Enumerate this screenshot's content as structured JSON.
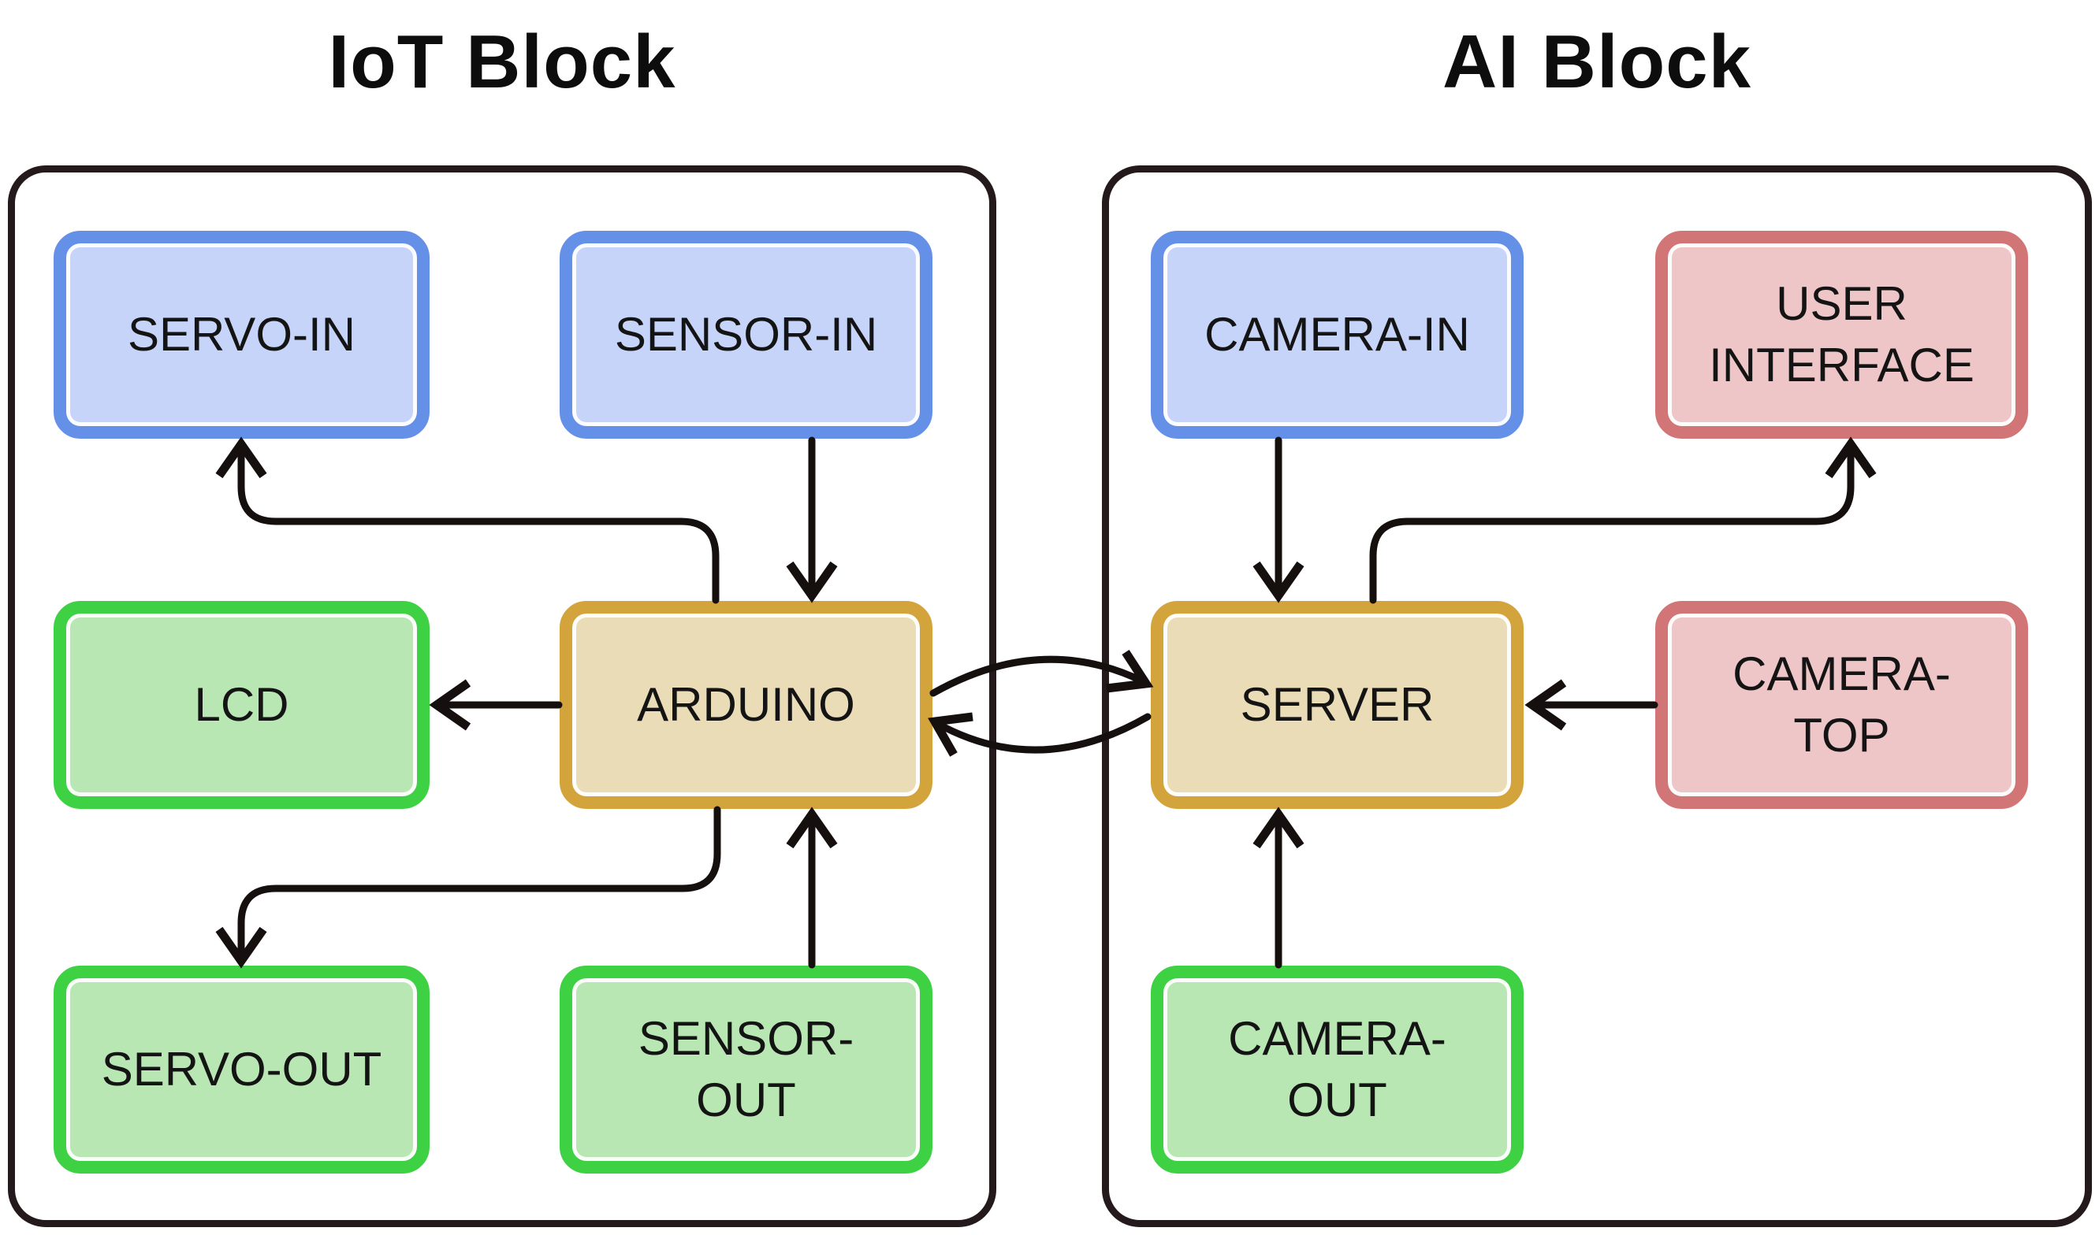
{
  "diagram": {
    "titles": {
      "iot": "IoT Block",
      "ai": "AI Block"
    },
    "nodes": {
      "servo_in": {
        "label": "SERVO-IN",
        "color": "blue"
      },
      "sensor_in": {
        "label": "SENSOR-IN",
        "color": "blue"
      },
      "camera_in": {
        "label": "CAMERA-IN",
        "color": "blue"
      },
      "user_interface": {
        "label": "USER INTERFACE",
        "color": "pink"
      },
      "lcd": {
        "label": "LCD",
        "color": "green"
      },
      "arduino": {
        "label": "ARDUINO",
        "color": "gold"
      },
      "server": {
        "label": "SERVER",
        "color": "gold"
      },
      "camera_top": {
        "label": "CAMERA-TOP",
        "color": "pink"
      },
      "servo_out": {
        "label": "SERVO-OUT",
        "color": "green"
      },
      "sensor_out": {
        "label": "SENSOR-OUT",
        "color": "green"
      },
      "camera_out": {
        "label": "CAMERA-OUT",
        "color": "green"
      }
    },
    "colors": {
      "blue_border": "#6590e8",
      "blue_fill": "#c5d4f8",
      "green_border": "#3ed143",
      "green_fill": "#b8e7b4",
      "gold_border": "#d3a33c",
      "gold_fill": "#e9dcb6",
      "pink_border": "#d17577",
      "pink_fill": "#eec6c8",
      "container_border": "#241a1b",
      "arrow": "#150f0e"
    },
    "edges": [
      {
        "from": "ARDUINO",
        "to": "SERVO-IN"
      },
      {
        "from": "SENSOR-IN",
        "to": "ARDUINO"
      },
      {
        "from": "ARDUINO",
        "to": "LCD"
      },
      {
        "from": "ARDUINO",
        "to": "SERVO-OUT"
      },
      {
        "from": "SENSOR-OUT",
        "to": "ARDUINO"
      },
      {
        "from": "ARDUINO",
        "to": "SERVER"
      },
      {
        "from": "SERVER",
        "to": "ARDUINO"
      },
      {
        "from": "CAMERA-IN",
        "to": "SERVER"
      },
      {
        "from": "SERVER",
        "to": "USER INTERFACE"
      },
      {
        "from": "CAMERA-TOP",
        "to": "SERVER"
      },
      {
        "from": "CAMERA-OUT",
        "to": "SERVER"
      }
    ]
  }
}
